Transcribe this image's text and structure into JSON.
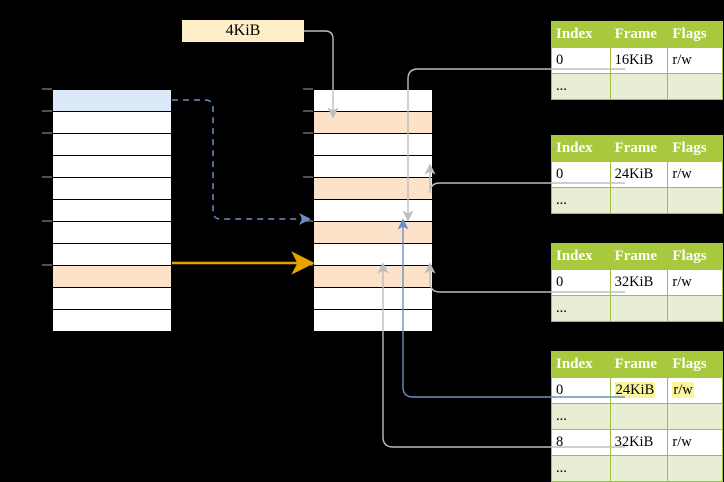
{
  "diagram": {
    "title": "Multi-level page table translation diagram",
    "label_box": {
      "text": "4KiB"
    },
    "colors": {
      "header_green": "#a8c93d",
      "row_alt_green": "#e8eed4",
      "highlight_yellow": "#fbf49c",
      "blue_row": "#dce9f9",
      "orange_row": "#fde2ca",
      "orange_arrow": "#e8a200",
      "blue_arrow": "#6b8fc4",
      "gray_arrow": "#bdbdbd"
    },
    "left_column": {
      "name": "virtual-address-space",
      "row_count": 11,
      "rows": [
        {
          "index": 0,
          "fill": "blue",
          "label": ""
        },
        {
          "index": 1,
          "fill": "white",
          "label": ""
        },
        {
          "index": 2,
          "fill": "white",
          "label": ""
        },
        {
          "index": 3,
          "fill": "white",
          "label": ""
        },
        {
          "index": 4,
          "fill": "white",
          "label": ""
        },
        {
          "index": 5,
          "fill": "white",
          "label": ""
        },
        {
          "index": 6,
          "fill": "white",
          "label": ""
        },
        {
          "index": 7,
          "fill": "white",
          "label": ""
        },
        {
          "index": 8,
          "fill": "orange",
          "label": ""
        },
        {
          "index": 9,
          "fill": "white",
          "label": ""
        },
        {
          "index": 10,
          "fill": "white",
          "label": ""
        }
      ]
    },
    "middle_column": {
      "name": "physical-memory",
      "row_count": 11,
      "rows": [
        {
          "index": 0,
          "fill": "white",
          "label": ""
        },
        {
          "index": 1,
          "fill": "orange",
          "label": ""
        },
        {
          "index": 2,
          "fill": "white",
          "label": ""
        },
        {
          "index": 3,
          "fill": "white",
          "label": ""
        },
        {
          "index": 4,
          "fill": "orange",
          "label": ""
        },
        {
          "index": 5,
          "fill": "white",
          "label": ""
        },
        {
          "index": 6,
          "fill": "orange",
          "label": ""
        },
        {
          "index": 7,
          "fill": "white",
          "label": ""
        },
        {
          "index": 8,
          "fill": "orange",
          "label": ""
        },
        {
          "index": 9,
          "fill": "white",
          "label": ""
        },
        {
          "index": 10,
          "fill": "white",
          "label": ""
        }
      ]
    },
    "tables": [
      {
        "name": "page-table-1",
        "headers": [
          "Index",
          "Frame",
          "Flags"
        ],
        "rows": [
          {
            "cells": [
              "0",
              "16KiB",
              "r/w"
            ],
            "alt": false,
            "highlight": []
          },
          {
            "cells": [
              "...",
              "",
              ""
            ],
            "alt": true,
            "highlight": []
          }
        ]
      },
      {
        "name": "page-table-2",
        "headers": [
          "Index",
          "Frame",
          "Flags"
        ],
        "rows": [
          {
            "cells": [
              "0",
              "24KiB",
              "r/w"
            ],
            "alt": false,
            "highlight": []
          },
          {
            "cells": [
              "...",
              "",
              ""
            ],
            "alt": true,
            "highlight": []
          }
        ]
      },
      {
        "name": "page-table-3",
        "headers": [
          "Index",
          "Frame",
          "Flags"
        ],
        "rows": [
          {
            "cells": [
              "0",
              "32KiB",
              "r/w"
            ],
            "alt": false,
            "highlight": []
          },
          {
            "cells": [
              "...",
              "",
              ""
            ],
            "alt": true,
            "highlight": []
          }
        ]
      },
      {
        "name": "page-table-4",
        "headers": [
          "Index",
          "Frame",
          "Flags"
        ],
        "rows": [
          {
            "cells": [
              "0",
              "24KiB",
              "r/w"
            ],
            "alt": false,
            "highlight": [
              1,
              2
            ]
          },
          {
            "cells": [
              "...",
              "",
              ""
            ],
            "alt": true,
            "highlight": []
          },
          {
            "cells": [
              "8",
              "32KiB",
              "r/w"
            ],
            "alt": false,
            "highlight": []
          },
          {
            "cells": [
              "...",
              "",
              ""
            ],
            "alt": true,
            "highlight": []
          }
        ]
      }
    ]
  }
}
